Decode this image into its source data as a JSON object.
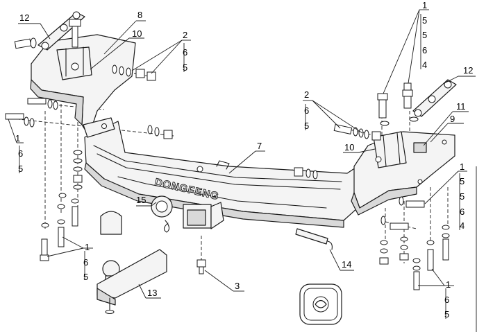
{
  "brand_text": "DONGFENG",
  "callouts": {
    "c12_left": "12",
    "c8": "8",
    "c10_left": "10",
    "c2_left_a": "2",
    "c2_left_b": "6",
    "c2_left_c": "5",
    "c1_top_a": "1",
    "c1_top_b": "5",
    "c1_top_c": "5",
    "c1_top_d": "6",
    "c1_top_e": "4",
    "c12_right": "12",
    "c11": "11",
    "c9": "9",
    "c2_mid_a": "2",
    "c2_mid_b": "6",
    "c2_mid_c": "5",
    "c10_right": "10",
    "c7": "7",
    "c1_left_a": "1",
    "c1_left_b": "6",
    "c1_left_c": "5",
    "c1_right_a": "1",
    "c1_right_b": "5",
    "c1_right_c": "5",
    "c1_right_d": "6",
    "c1_right_e": "4",
    "c15": "15",
    "c1_bl_a": "1",
    "c1_bl_b": "6",
    "c1_bl_c": "5",
    "c14": "14",
    "c3": "3",
    "c13": "13",
    "c1_br_a": "1",
    "c1_br_b": "6",
    "c1_br_c": "5"
  },
  "colors": {
    "ink": "#1a1a1a",
    "fill": "#f4f4f4",
    "shade": "#d9d9d9",
    "background": "#ffffff"
  },
  "icons": {
    "logo": "dongfeng-logo-icon"
  }
}
